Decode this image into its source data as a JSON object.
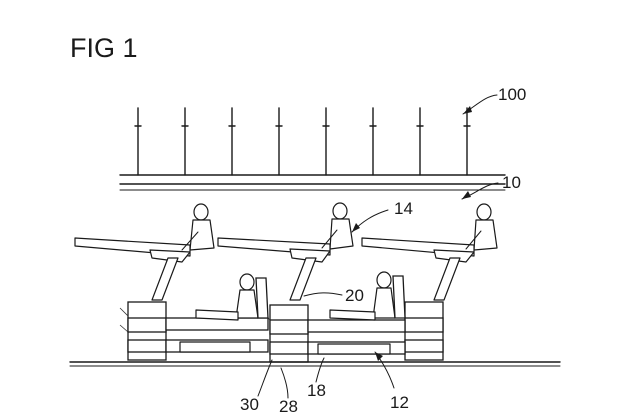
{
  "figure": {
    "title": "FIG 1",
    "ref_labels": {
      "aircraft": "100",
      "floor": "10",
      "upper_passenger": "14",
      "middle": "20",
      "frame": "18",
      "lower_deck": "12",
      "seat_a": "30",
      "seat_b": "28"
    },
    "ceiling_post_count": 8
  }
}
